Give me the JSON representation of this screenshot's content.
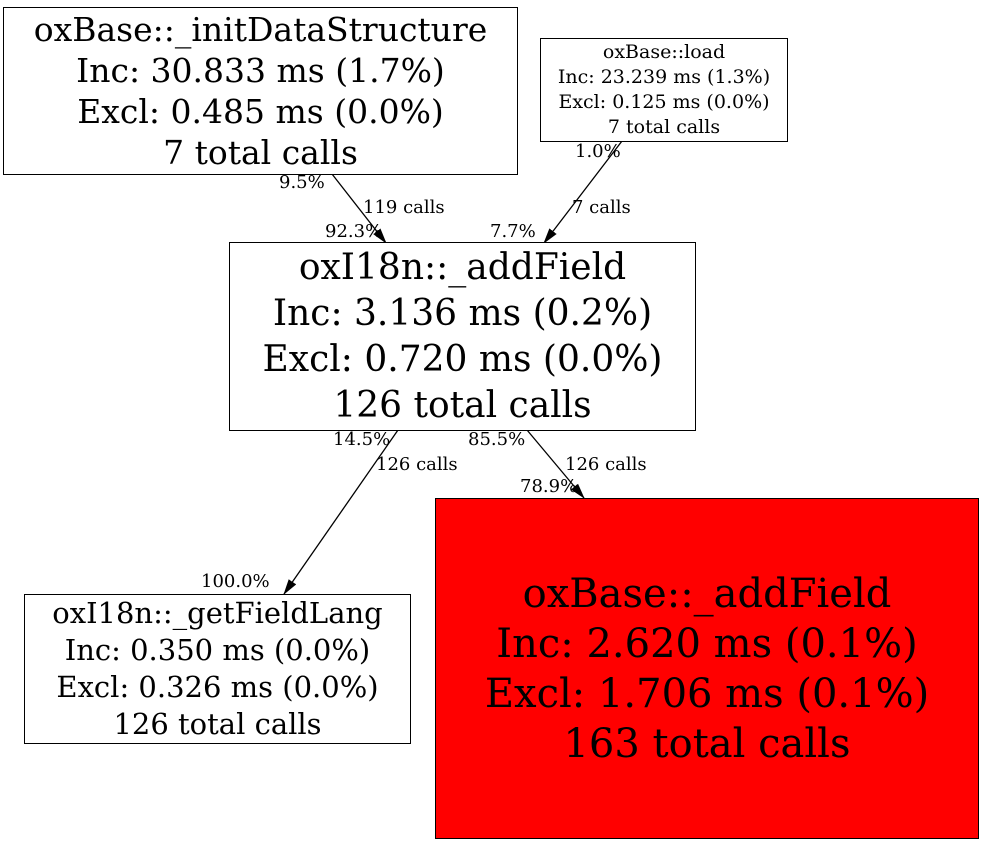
{
  "graph": {
    "type": "profiler-call-graph",
    "colors": {
      "background": "#ffffff",
      "node_fill": "#ffffff",
      "hot_node_fill": "#ff0000",
      "stroke": "#000000"
    },
    "nodes": [
      {
        "id": "oxBase::_initDataStructure",
        "title": "oxBase::_initDataStructure",
        "inc": "Inc: 30.833 ms (1.7%)",
        "excl": "Excl: 0.485 ms (0.0%)",
        "calls": "7 total calls",
        "fill": "#ffffff"
      },
      {
        "id": "oxBase::load",
        "title": "oxBase::load",
        "inc": "Inc: 23.239 ms (1.3%)",
        "excl": "Excl: 0.125 ms (0.0%)",
        "calls": "7 total calls",
        "fill": "#ffffff"
      },
      {
        "id": "oxI18n::_addField",
        "title": "oxI18n::_addField",
        "inc": "Inc: 3.136 ms (0.2%)",
        "excl": "Excl: 0.720 ms (0.0%)",
        "calls": "126 total calls",
        "fill": "#ffffff"
      },
      {
        "id": "oxI18n::_getFieldLang",
        "title": "oxI18n::_getFieldLang",
        "inc": "Inc: 0.350 ms (0.0%)",
        "excl": "Excl: 0.326 ms (0.0%)",
        "calls": "126 total calls",
        "fill": "#ffffff"
      },
      {
        "id": "oxBase::_addField",
        "title": "oxBase::_addField",
        "inc": "Inc: 2.620 ms (0.1%)",
        "excl": "Excl: 1.706 ms (0.1%)",
        "calls": "163 total calls",
        "fill": "#ff0000"
      }
    ],
    "edges": [
      {
        "from": "oxBase::_initDataStructure",
        "to": "oxI18n::_addField",
        "source_pct": "9.5%",
        "calls": "119 calls",
        "target_pct": "92.3%"
      },
      {
        "from": "oxBase::load",
        "to": "oxI18n::_addField",
        "source_pct": "1.0%",
        "calls": "7 calls",
        "target_pct": "7.7%"
      },
      {
        "from": "oxI18n::_addField",
        "to": "oxI18n::_getFieldLang",
        "source_pct": "14.5%",
        "calls": "126 calls",
        "target_pct": "100.0%"
      },
      {
        "from": "oxI18n::_addField",
        "to": "oxBase::_addField",
        "source_pct": "85.5%",
        "calls": "126 calls",
        "target_pct": "78.9%"
      }
    ]
  }
}
